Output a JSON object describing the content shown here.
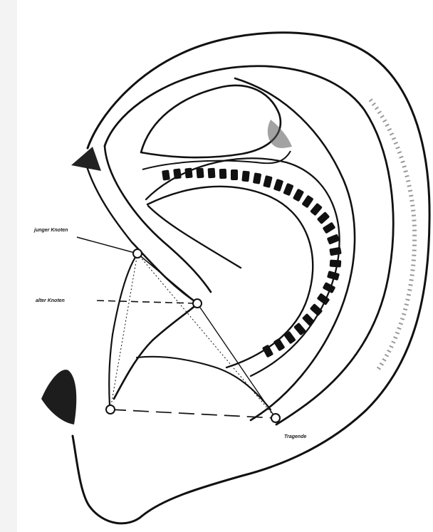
{
  "diagram": {
    "labels": {
      "upper_point": "junger Knoten",
      "middle_point": "alter Knoten",
      "lower_right_point": "Tragende"
    },
    "colors": {
      "background": "#f3f3f3",
      "paper": "#ffffff",
      "ink": "#111111",
      "shadow": "#2a2a2a"
    }
  }
}
